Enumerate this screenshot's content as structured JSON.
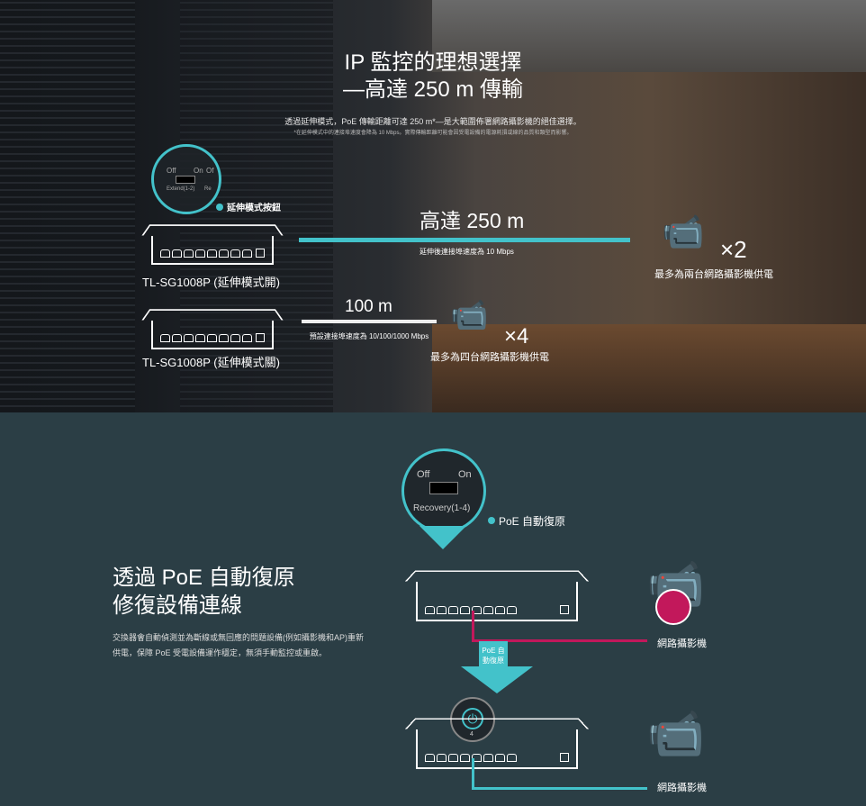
{
  "hero": {
    "title_line1": "IP 監控的理想選擇",
    "title_line2": "—高達 250 m 傳輸",
    "subtitle": "透過延伸模式，PoE 傳輸距離可達 250 m*—是大範圍佈署網路攝影機的絕佳選擇。",
    "footnote": "*在延伸模式中的連接埠速度會降為 10 Mbps。實際傳輸距離可能會因受電設備的電源耗損或線的品質和類型而影響。",
    "switch_labels": {
      "off": "Off",
      "on": "On",
      "off2": "Of",
      "extend": "Extend(1-2)",
      "re": "Re"
    },
    "extend_button_label": "延伸模式按鈕",
    "device_on": "TL-SG1008P (延伸模式開)",
    "device_off": "TL-SG1008P (延伸模式關)",
    "long_distance": "高達 250 m",
    "long_speed": "延伸後連接埠速度為 10 Mbps",
    "long_count": "×2",
    "long_desc": "最多為兩台網路攝影機供電",
    "short_distance": "100 m",
    "short_speed": "預設連接埠速度為 10/100/1000 Mbps",
    "short_count": "×4",
    "short_desc": "最多為四台網路攝影機供電"
  },
  "recovery": {
    "heading_line1": "透過 PoE 自動復原",
    "heading_line2": "修復設備連線",
    "body": "交換器會自動偵測並為斷線或無回應的問題設備(例如攝影機和AP)重新供電，保障 PoE 受電設備運作穩定，無須手動監控或重啟。",
    "switch_off": "Off",
    "switch_on": "On",
    "switch_name": "Recovery(1-4)",
    "callout": "PoE 自動復原",
    "arrow_label": "PoE 自動復原",
    "camera_label_1": "網路攝影機",
    "camera_label_2": "網路攝影機",
    "port_number": "4"
  },
  "colors": {
    "teal": "#43c2ca",
    "magenta": "#c2185b",
    "bottom_bg": "#2b3e45"
  }
}
